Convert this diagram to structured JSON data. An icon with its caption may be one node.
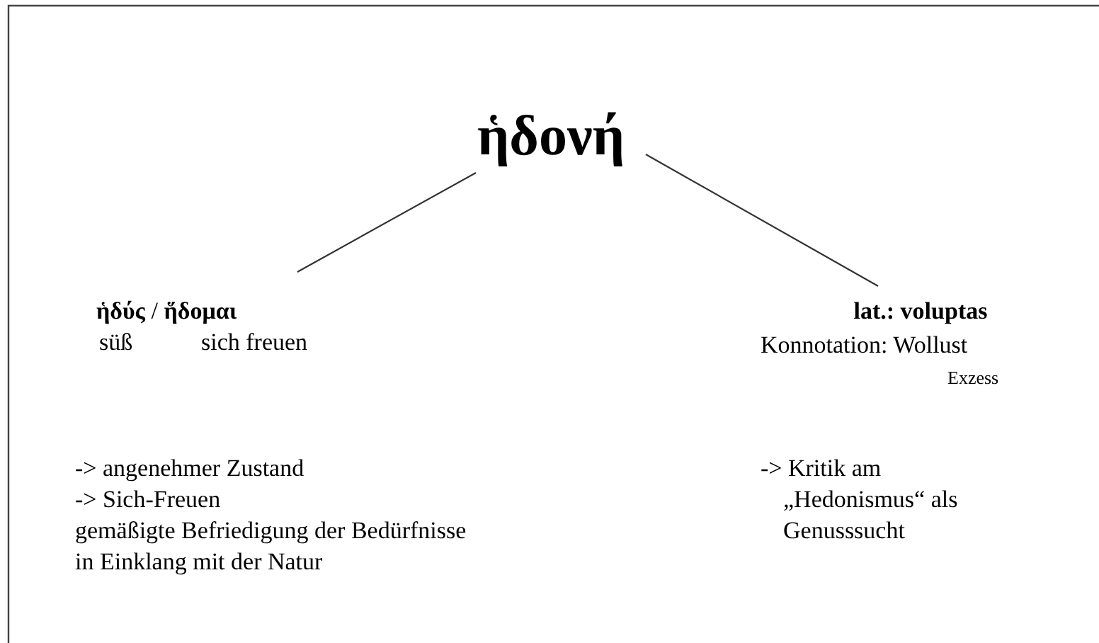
{
  "diagram": {
    "nodes": [
      {
        "text": [
          "ἡδονή"
        ]
      },
      {
        "text": [
          "**ἡδύς** / **ἥδομαι**",
          "süß",
          "sich freuen"
        ]
      },
      {
        "text": [
          "lat.: voluptas",
          "Konnotation: Wollust",
          "Exzess"
        ]
      }
    ],
    "edges": [
      {
        "from": 0,
        "to": 1,
        "arrow": "none"
      },
      {
        "from": 0,
        "to": 2,
        "arrow": "none"
      }
    ],
    "labels": [
      "-> angenehmer Zustand",
      "-> Sich-Freuen",
      "gemäßigte Befriedigung der Bedürfnisse",
      "in Einklang mit der Natur",
      "-> Kritik am „Hedonismus“ als Genusssucht"
    ]
  }
}
